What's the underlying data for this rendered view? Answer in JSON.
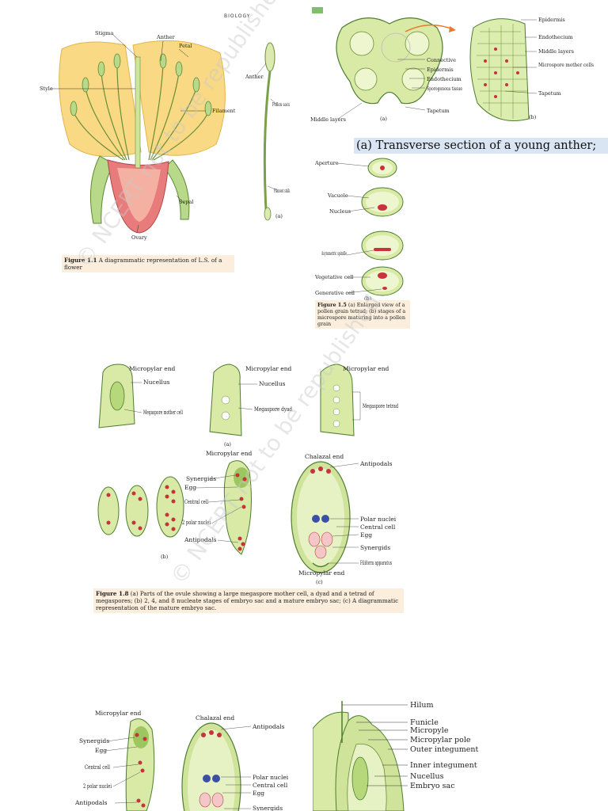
{
  "header": {
    "book": "BIOLOGY"
  },
  "flower_ls": {
    "labels": {
      "stigma": "Stigma",
      "anther": "Anther",
      "petal": "Petal",
      "style": "Style",
      "filament": "Filament",
      "sepal": "Sepal",
      "ovary": "Ovary"
    },
    "caption_bold": "Figure 1.1",
    "caption_text": " A diagrammatic representation of L.S. of a flower"
  },
  "stamen": {
    "labels": {
      "anther": "Anther",
      "pollen_sacs": "Pollen sacs",
      "filament": "Filament stalk",
      "part": "(a)"
    }
  },
  "anther_ts": {
    "labels": {
      "connective": "Connective",
      "epidermis": "Epidermis",
      "endothecium": "Endothecium",
      "sporogenous": "Sporogenous tissue",
      "middle_layers": "Middle layers",
      "tapetum": "Tapetum",
      "part": "(a)"
    }
  },
  "anther_enlarged": {
    "labels": {
      "epidermis": "Epidermis",
      "endothecium": "Endothecium",
      "middle_layers": "Middle layers",
      "microspore": "Microspore mother cells",
      "tapetum": "Tapetum",
      "part": "(b)"
    }
  },
  "anther_title": "(a) Transverse section of a young anther;",
  "pollen": {
    "labels": {
      "aperture": "Aperture",
      "vacuole": "Vacuole",
      "nucleus": "Nucleus",
      "asym": "Asymmetric spindle",
      "vegetative": "Vegetative cell",
      "generative": "Generative cell",
      "part": "(b)"
    },
    "caption_bold": "Figure 1.5",
    "caption_text": " (a) Enlarged view of a pollen grain tetrad; (b) stages of a microspore maturing into a pollen grain"
  },
  "ovule_fig": {
    "labels": {
      "micropylar_end": "Micropylar end",
      "nucellus": "Nucellus",
      "mmc": "Megaspore mother cell",
      "dyad": "Megaspore dyad",
      "tetrad": "Megaspore tetrad",
      "part_a": "(a)",
      "part_b": "(b)",
      "part_c": "(c)",
      "synergids": "Synergids",
      "egg": "Egg",
      "central_cell": "Central cell",
      "polar_nuclei_2": "2 polar nuclei",
      "antipodals": "Antipodals",
      "chalazal_end": "Chalazal end",
      "polar_nuclei": "Polar nuclei",
      "filiform": "Filiform apparatus"
    },
    "caption_bold": "Figure 1.8",
    "caption_text": " (a) Parts of the ovule showing a large megaspore mother cell, a dyad and a tetrad of megaspores; (b) 2, 4, and 8 nucleate stages of embryo sac and a mature embryo sac; (c) A diagrammatic representation of the mature embryo sac."
  },
  "ovule_parts": {
    "labels": {
      "hilum": "Hilum",
      "funicle": "Funicle",
      "micropyle": "Micropyle",
      "micropylar_pole": "Micropylar pole",
      "outer": "Outer integument",
      "inner": "Inner integument",
      "nucellus": "Nucellus",
      "embryo_sac": "Embryo sac"
    }
  },
  "watermark": "© NCERT not to be republished",
  "colors": {
    "petal": "#f7d77a",
    "green": "#b9d98a",
    "dark_green": "#4e7d2f",
    "red": "#c8323a",
    "caption_bg": "#fbeedd",
    "title_bg": "#d9e5f3",
    "arrow": "#e87b2e"
  }
}
